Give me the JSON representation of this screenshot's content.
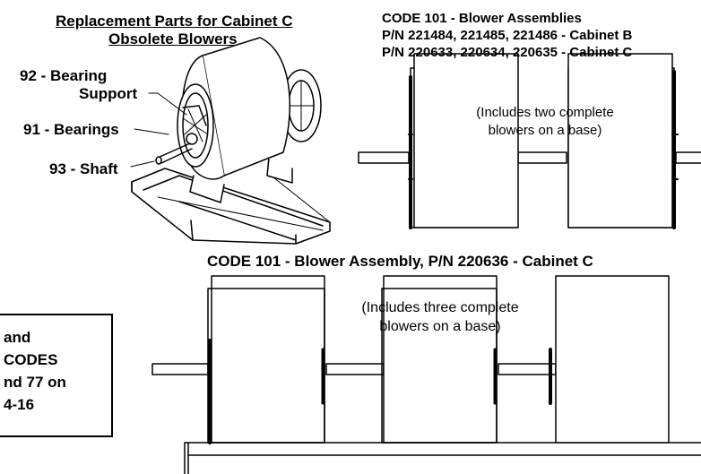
{
  "header": {
    "title_line1": "Replacement Parts for Cabinet C",
    "title_line2": "Obsolete Blowers"
  },
  "blower_callouts": {
    "bearing_support_line1": "92 - Bearing",
    "bearing_support_line2": "Support",
    "bearings": "91 - Bearings",
    "shaft": "93 - Shaft"
  },
  "dual_assembly": {
    "title": "CODE 101 - Blower Assemblies",
    "pn_cabinet_b": "P/N 221484, 221485, 221486 - Cabinet B",
    "pn_cabinet_c": "P/N 220633, 220634, 220635 - Cabinet C",
    "note_line1": "(Includes two complete",
    "note_line2": "blowers on a base)"
  },
  "triple_assembly": {
    "title": "CODE 101 - Blower Assembly, P/N 220636 - Cabinet C",
    "note_line1": "(Includes three complete",
    "note_line2": "blowers on a base)"
  },
  "reference_box": {
    "line1": "and",
    "line2": "CODES",
    "line3": "nd 77 on",
    "line4": "4-16"
  },
  "colors": {
    "ink": "#000000",
    "paper": "#ffffff"
  }
}
